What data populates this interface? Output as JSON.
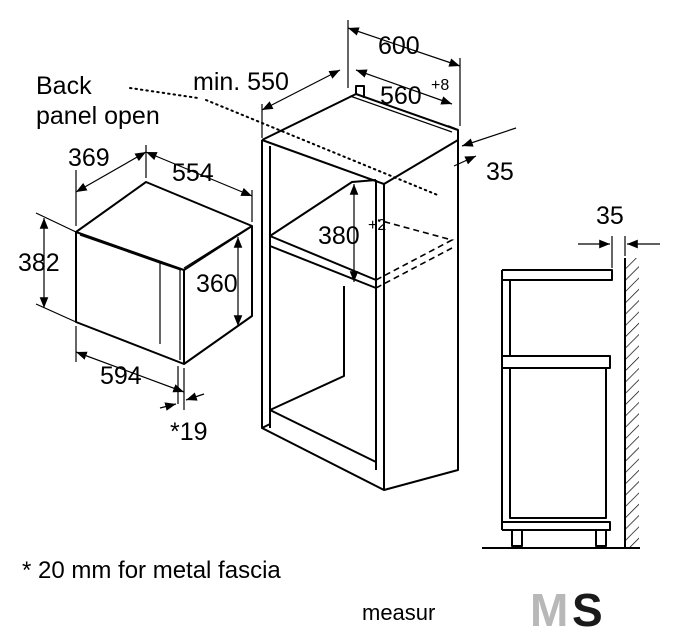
{
  "labels": {
    "back_panel_1": "Back",
    "back_panel_2": "panel open",
    "min_550": "min. 550",
    "w_600": "600",
    "w_560": "560",
    "w_560_tol": "+8",
    "d_35_top": "35",
    "depth_369": "369",
    "width_554": "554",
    "height_382": "382",
    "height_360": "360",
    "width_594": "594",
    "fascia_19": "*19",
    "niche_380": "380",
    "niche_380_tol": "+2",
    "side_35": "35"
  },
  "footnote": "* 20 mm for metal fascia",
  "watermark": {
    "text": "measur",
    "logo_m": "M",
    "logo_s": "S"
  },
  "colors": {
    "line": "#000000",
    "logo_m": "#b8b8b8",
    "logo_s": "#1a1a1a"
  }
}
